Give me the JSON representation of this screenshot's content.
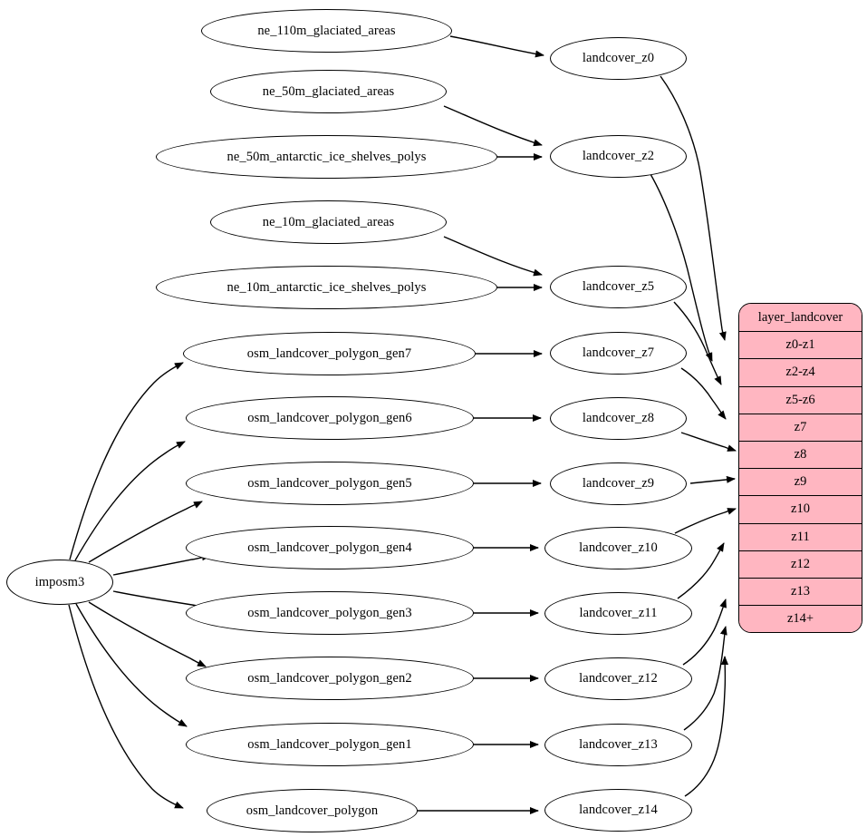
{
  "diagram": {
    "type": "graphviz-dot-digraph",
    "title": "landcover layer source graph",
    "background_color": "#ffffff",
    "node_fill_color": "#ffffff",
    "node_border_color": "#000000",
    "edge_color": "#000000",
    "record_fill_color": "#ffb6c1",
    "source_node": {
      "id": "imposm3",
      "label": "imposm3"
    },
    "natural_earth_nodes": [
      {
        "id": "ne_110m_glaciated_areas",
        "label": "ne_110m_glaciated_areas"
      },
      {
        "id": "ne_50m_glaciated_areas",
        "label": "ne_50m_glaciated_areas"
      },
      {
        "id": "ne_50m_antarctic_ice_shelves_polys",
        "label": "ne_50m_antarctic_ice_shelves_polys"
      },
      {
        "id": "ne_10m_glaciated_areas",
        "label": "ne_10m_glaciated_areas"
      },
      {
        "id": "ne_10m_antarctic_ice_shelves_polys",
        "label": "ne_10m_antarctic_ice_shelves_polys"
      }
    ],
    "osm_nodes": [
      {
        "id": "osm_landcover_polygon_gen7",
        "label": "osm_landcover_polygon_gen7"
      },
      {
        "id": "osm_landcover_polygon_gen6",
        "label": "osm_landcover_polygon_gen6"
      },
      {
        "id": "osm_landcover_polygon_gen5",
        "label": "osm_landcover_polygon_gen5"
      },
      {
        "id": "osm_landcover_polygon_gen4",
        "label": "osm_landcover_polygon_gen4"
      },
      {
        "id": "osm_landcover_polygon_gen3",
        "label": "osm_landcover_polygon_gen3"
      },
      {
        "id": "osm_landcover_polygon_gen2",
        "label": "osm_landcover_polygon_gen2"
      },
      {
        "id": "osm_landcover_polygon_gen1",
        "label": "osm_landcover_polygon_gen1"
      },
      {
        "id": "osm_landcover_polygon",
        "label": "osm_landcover_polygon"
      }
    ],
    "landcover_nodes": [
      {
        "id": "landcover_z0",
        "label": "landcover_z0"
      },
      {
        "id": "landcover_z2",
        "label": "landcover_z2"
      },
      {
        "id": "landcover_z5",
        "label": "landcover_z5"
      },
      {
        "id": "landcover_z7",
        "label": "landcover_z7"
      },
      {
        "id": "landcover_z8",
        "label": "landcover_z8"
      },
      {
        "id": "landcover_z9",
        "label": "landcover_z9"
      },
      {
        "id": "landcover_z10",
        "label": "landcover_z10"
      },
      {
        "id": "landcover_z11",
        "label": "landcover_z11"
      },
      {
        "id": "landcover_z12",
        "label": "landcover_z12"
      },
      {
        "id": "landcover_z13",
        "label": "landcover_z13"
      },
      {
        "id": "landcover_z14",
        "label": "landcover_z14"
      }
    ],
    "record_node": {
      "id": "layer_landcover",
      "header": "layer_landcover",
      "rows": [
        {
          "label": "z0-z1"
        },
        {
          "label": "z2-z4"
        },
        {
          "label": "z5-z6"
        },
        {
          "label": "z7"
        },
        {
          "label": "z8"
        },
        {
          "label": "z9"
        },
        {
          "label": "z10"
        },
        {
          "label": "z11"
        },
        {
          "label": "z12"
        },
        {
          "label": "z13"
        },
        {
          "label": "z14+"
        }
      ]
    },
    "edges": [
      {
        "from": "ne_110m_glaciated_areas",
        "to": "landcover_z0"
      },
      {
        "from": "ne_50m_glaciated_areas",
        "to": "landcover_z2"
      },
      {
        "from": "ne_50m_antarctic_ice_shelves_polys",
        "to": "landcover_z2"
      },
      {
        "from": "ne_10m_glaciated_areas",
        "to": "landcover_z5"
      },
      {
        "from": "ne_10m_antarctic_ice_shelves_polys",
        "to": "landcover_z5"
      },
      {
        "from": "imposm3",
        "to": "osm_landcover_polygon_gen7"
      },
      {
        "from": "imposm3",
        "to": "osm_landcover_polygon_gen6"
      },
      {
        "from": "imposm3",
        "to": "osm_landcover_polygon_gen5"
      },
      {
        "from": "imposm3",
        "to": "osm_landcover_polygon_gen4"
      },
      {
        "from": "imposm3",
        "to": "osm_landcover_polygon_gen3"
      },
      {
        "from": "imposm3",
        "to": "osm_landcover_polygon_gen2"
      },
      {
        "from": "imposm3",
        "to": "osm_landcover_polygon_gen1"
      },
      {
        "from": "imposm3",
        "to": "osm_landcover_polygon"
      },
      {
        "from": "osm_landcover_polygon_gen7",
        "to": "landcover_z7"
      },
      {
        "from": "osm_landcover_polygon_gen6",
        "to": "landcover_z8"
      },
      {
        "from": "osm_landcover_polygon_gen5",
        "to": "landcover_z9"
      },
      {
        "from": "osm_landcover_polygon_gen4",
        "to": "landcover_z10"
      },
      {
        "from": "osm_landcover_polygon_gen3",
        "to": "landcover_z11"
      },
      {
        "from": "osm_landcover_polygon_gen2",
        "to": "landcover_z12"
      },
      {
        "from": "osm_landcover_polygon_gen1",
        "to": "landcover_z13"
      },
      {
        "from": "osm_landcover_polygon",
        "to": "landcover_z14"
      },
      {
        "from": "landcover_z0",
        "to": "layer_landcover:z0-z1"
      },
      {
        "from": "landcover_z2",
        "to": "layer_landcover:z2-z4"
      },
      {
        "from": "landcover_z5",
        "to": "layer_landcover:z5-z6"
      },
      {
        "from": "landcover_z7",
        "to": "layer_landcover:z7"
      },
      {
        "from": "landcover_z8",
        "to": "layer_landcover:z8"
      },
      {
        "from": "landcover_z9",
        "to": "layer_landcover:z9"
      },
      {
        "from": "landcover_z10",
        "to": "layer_landcover:z10"
      },
      {
        "from": "landcover_z11",
        "to": "layer_landcover:z11"
      },
      {
        "from": "landcover_z12",
        "to": "layer_landcover:z12"
      },
      {
        "from": "landcover_z13",
        "to": "layer_landcover:z13"
      },
      {
        "from": "landcover_z14",
        "to": "layer_landcover:z14+"
      }
    ]
  }
}
